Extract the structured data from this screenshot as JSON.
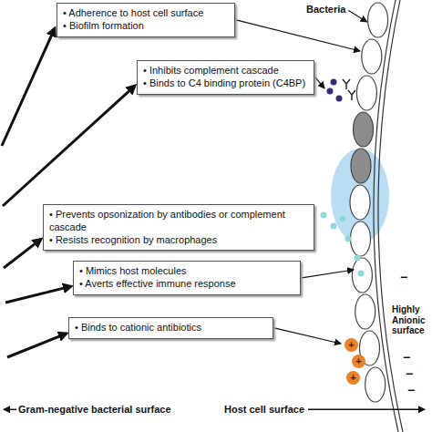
{
  "diagram": {
    "nodes": [
      {
        "text": [
          "• Adherence to host cell surface",
          "• Biofilm formation"
        ]
      },
      {
        "text": [
          "• Inhibits complement cascade",
          "• Binds to C4 binding protein (C4BP)"
        ]
      },
      {
        "text": [
          "• Prevents opsonization by antibodies or complement cascade",
          "• Resists recognition by macrophages"
        ]
      },
      {
        "text": [
          "• Mimics host molecules",
          "• Averts effective immune response"
        ]
      },
      {
        "text": [
          "• Binds to cationic antibiotics"
        ]
      }
    ],
    "labels": [
      "Bacteria",
      "Highly Anionic surface",
      "+",
      "+",
      "+",
      "−",
      "−",
      "−",
      "−",
      "Gram-negative bacterial surface",
      "Host cell surface"
    ]
  }
}
